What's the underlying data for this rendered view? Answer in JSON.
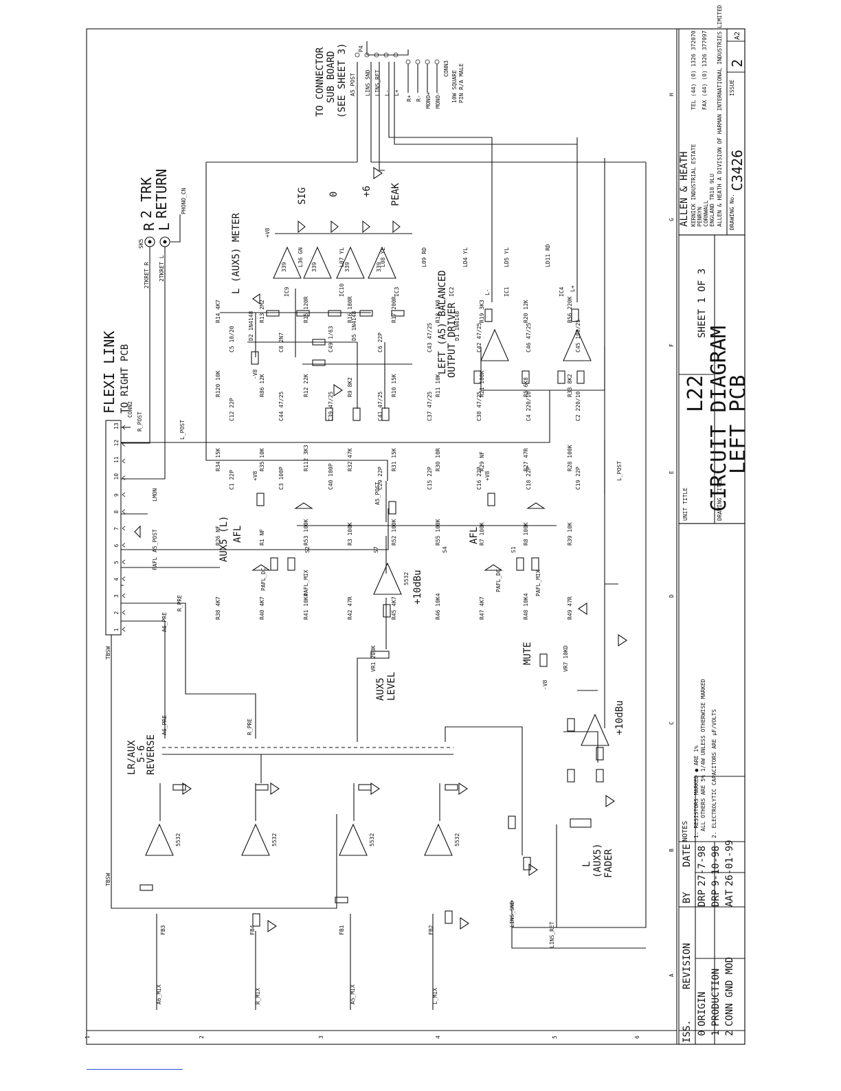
{
  "title_block": {
    "company": "ALLEN & HEATH",
    "address": [
      "KERNICK INDUSTRIAL ESTATE",
      "PENRYN",
      "CORNWALL",
      "ENGLAND TR10 9LU"
    ],
    "division": "ALLEN & HEATH A DIVISION OF HARMAN INTERNATIONAL INDUSTRIES LIMITED",
    "tel": "TEL (44) (0) 1326 372070",
    "fax": "FAX (44) (0) 1326 377097",
    "drawing_no_label": "DRAWING No.",
    "drawing_no": "C3426",
    "issue_label": "ISSUE",
    "issue": "2",
    "size": "A2",
    "sheet": "SHEET 1 OF 3",
    "title": "CIRCUIT DIAGRAM",
    "subtitle": "LEFT PCB",
    "unit_title_label": "UNIT TITLE",
    "unit_title": "L22",
    "drawing_title_label": "DRAWING TITLE"
  },
  "revisions": {
    "headers": [
      "ISS.",
      "REVISION",
      "BY",
      "DATE"
    ],
    "rows": [
      {
        "iss": "0",
        "revision": "ORIGIN",
        "by": "DRP",
        "date": "27-7-98"
      },
      {
        "iss": "1",
        "revision": "PRODUCTION",
        "by": "DRP",
        "date": "9-10-98"
      },
      {
        "iss": "2",
        "revision": "CONN GND MOD",
        "by": "AAT",
        "date": "26-01-99"
      }
    ]
  },
  "notes": {
    "heading": "NOTES",
    "items": [
      "1. RESISTORS MARKED ● ARE 1%",
      "ALL OTHERS ARE 5% 1/4W UNLESS OTHERWISE MARKED",
      "2. ELECTROLYTIC CAPACITORS ARE µF/VOLTS"
    ]
  },
  "zone_letters": [
    "A",
    "B",
    "C",
    "D",
    "E",
    "F",
    "G",
    "H"
  ],
  "zone_numbers": [
    "1",
    "2",
    "3",
    "4",
    "5",
    "6"
  ],
  "labels": {
    "flexi_link": "FLEXI LINK",
    "to_right_pcb": "TO RIGHT PCB",
    "two_trk": "2 TRK",
    "return": "RETURN",
    "to_connector": "TO CONNECTOR",
    "sub_board": "SUB BOARD",
    "see_sheet": "(SEE SHEET 3)",
    "meter": "L (AUX5) METER",
    "balanced_1": "LEFT (A5) BALANCED",
    "balanced_2": "OUTPUT DRIVER",
    "sig": "SIG",
    "zero": "0",
    "plus6": "+6",
    "peak": "PEAK",
    "aux5_l": "AUX5 (L)",
    "afl": "AFL",
    "afl2": "AFL",
    "mute": "MUTE",
    "aux5_level_1": "AUX5",
    "aux5_level_2": "LEVEL",
    "lr_aux_1": "LR/AUX",
    "lr_aux_2": "5-6",
    "lr_aux_3": "REVERSE",
    "fader_1": "L",
    "fader_2": "(AUX5)",
    "fader_3": "FADER",
    "plus10_a": "+10dBu",
    "plus10_b": "+10dBu",
    "r_letter": "R",
    "l_letter": "L",
    "a6_mix": "A6_MIX",
    "r_mix": "R_MIX",
    "a5_mix": "A5_MIX",
    "l_mix": "L_MIX",
    "conn2": "CONN2",
    "conn3": "CONN3",
    "p4": "P4",
    "conn3_note_1": "10W SQUARE",
    "conn3_note_2": "PIN R/A MALE",
    "r_post": "R_POST",
    "l_post": "L_POST",
    "l_post2": "L_POST",
    "a5_post": "A5_POST",
    "a5_post2": "A5_POST",
    "a5_post3": "A5_POST",
    "pafl": "PAFL",
    "lmon": "LMON",
    "r_pre": "R_PRE",
    "a6_pre": "A6_PRE",
    "a6_pre2": "A6_PRE",
    "r_pre2": "R_PRE",
    "tbsw": "TBSW",
    "tbsw2": "TBSW",
    "ret_r": "2TKRET_R",
    "ret_l": "2TKRET_L",
    "phono_cn": "PHONO_CN",
    "sk5": "SK5",
    "lins_snd": "LINS_SND",
    "lins_ret": "LINS_RET",
    "lins_snd2": "LINS_SND",
    "lins_ret2": "LINS_RET",
    "l_minus": "L-",
    "l_plus": "L+",
    "l_minus2": "L-",
    "l_plus2": "L+",
    "r_plus": "R+",
    "r_minus": "R-",
    "mono_plus": "MONO+",
    "mono_minus": "MONO-",
    "pafl_dc": "PAFL_DC",
    "pafl_mix": "PAFL_MIX",
    "pafl_dc2": "PAFL_DC",
    "pafl_mix2": "PAFL_MIX",
    "plus_v8": "+V8",
    "minus_v8": "-V8",
    "ic_op": "5532",
    "ic_cmp": "339"
  },
  "components": {
    "resistors": [
      "R14 4K7",
      "R13 2M2",
      "R15 120R",
      "R16 180R",
      "R17 200R",
      "R18 1K0",
      "R19 3K3",
      "R20 12K",
      "R56 220K",
      "R120 10K",
      "R86 12K",
      "R12 22K",
      "R9 8K2",
      "R10 15K",
      "R11 10K",
      "R21 100K",
      "R5 6K8",
      "R33 8K2",
      "R34 15K",
      "R35 10K",
      "R112 3K3",
      "R32 47K",
      "R31 15K",
      "R30 10R",
      "R29 NF",
      "R27 47R",
      "R28 100K",
      "R26 NF",
      "R1 NF",
      "R53 100K",
      "R3 100K",
      "R52 100K",
      "R55 100K",
      "R7 100K",
      "R8 100K",
      "R39 10K",
      "R38 4K7",
      "R40 4K7",
      "R41 10K4",
      "R42 47R",
      "R45 4K7",
      "R46 10K4",
      "R47 4K7",
      "R48 10K4",
      "R49 47R"
    ],
    "capacitors": [
      "C5 10/20",
      "C8 2N7",
      "C49 1/63",
      "C6 22P",
      "C43 47/25",
      "C42 47/25",
      "C46 47/25",
      "C45 100/25",
      "C12 22P",
      "C44 47/25",
      "C39 47/25",
      "C41 47/25",
      "C37 47/25",
      "C38 47/25",
      "C4 220/10",
      "C2 220/10",
      "C1 22P",
      "C3 100P",
      "C40 100P",
      "C29 22P",
      "C15 22P",
      "C16 22P",
      "C18 22P",
      "C19 22P"
    ],
    "diodes": [
      "D2 1N4148",
      "D5 1N4148",
      "D1 1N4148"
    ],
    "leds": [
      "L36 GN",
      "L07 YL",
      "L08 YL",
      "L09 RD",
      "LD4 YL",
      "LD5 YL",
      "LD11 RD"
    ],
    "ics": [
      "IC9",
      "IC10",
      "IC3",
      "IC2",
      "IC1",
      "IC4"
    ],
    "switches": [
      "S2",
      "S7",
      "S4",
      "S1"
    ],
    "pots": [
      "VR1 200K",
      "VR7 10KD"
    ],
    "ferrites": [
      "FB3",
      "FB4",
      "FB1",
      "FB2"
    ],
    "flexi_pins": [
      "1",
      "2",
      "3",
      "4",
      "5",
      "6",
      "7",
      "8",
      "9",
      "10",
      "11",
      "12",
      "13"
    ]
  }
}
